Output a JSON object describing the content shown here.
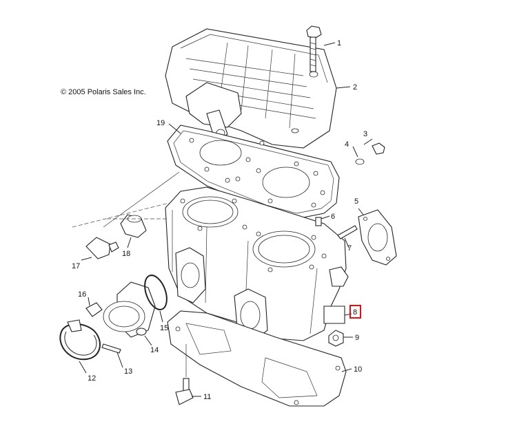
{
  "copyright": "© 2005 Polaris Sales Inc.",
  "highlight_color": "#e01010",
  "callouts": [
    "1",
    "2",
    "3",
    "4",
    "5",
    "6",
    "7",
    "8",
    "9",
    "10",
    "11",
    "12",
    "13",
    "14",
    "15",
    "16",
    "17",
    "18",
    "19"
  ],
  "highlighted_callout": "8"
}
